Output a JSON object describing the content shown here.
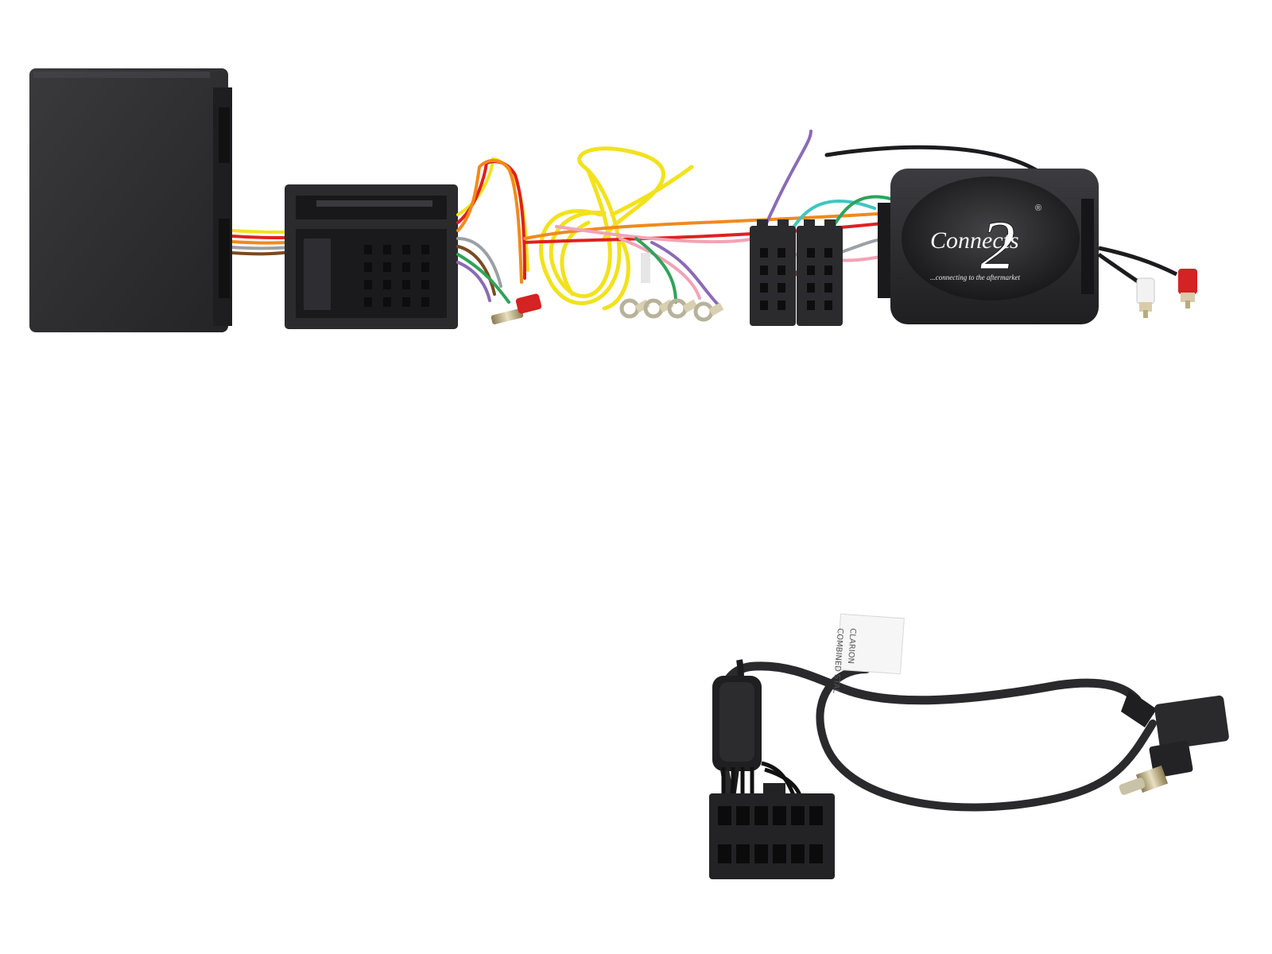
{
  "logo": {
    "numeral": "2",
    "wordmark": "Connects",
    "registered": "®",
    "tagline": "...connecting to the aftermarket"
  },
  "patch_lead": {
    "label_line1": "CLARION",
    "label_line2": "COMBINED STAL"
  },
  "colors": {
    "background": "#ffffff",
    "housing": "#2b2b2e",
    "wire_yellow": "#f2e21c",
    "wire_red": "#e02020",
    "wire_orange": "#f08a1c",
    "wire_violet": "#8a6bb5",
    "wire_green": "#2fa35a",
    "wire_cyan": "#3fc6c0",
    "wire_pink": "#f3a3b6",
    "wire_brown": "#7a4a22",
    "wire_grey": "#9aa0a6",
    "rca_red": "#d52222",
    "rca_white": "#f2f2f2"
  }
}
